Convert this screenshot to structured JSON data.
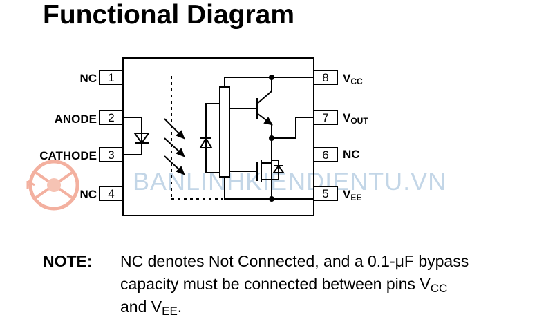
{
  "title": "Functional Diagram",
  "watermark": {
    "text": "BANLINHKIENDIENTU.VN",
    "color": "#b9cfe3",
    "logo_color": "#f2a38f"
  },
  "pins": [
    {
      "number": "1",
      "label": "NC"
    },
    {
      "number": "2",
      "label": "ANODE"
    },
    {
      "number": "3",
      "label": "CATHODE"
    },
    {
      "number": "4",
      "label": "NC"
    },
    {
      "number": "5",
      "label": "V",
      "sub": "EE"
    },
    {
      "number": "6",
      "label": "NC"
    },
    {
      "number": "7",
      "label": "V",
      "sub": "OUT"
    },
    {
      "number": "8",
      "label": "V",
      "sub": "CC"
    }
  ],
  "note": {
    "label": "NOTE:",
    "line1": "NC denotes Not Connected, and a 0.1-μF bypass",
    "line2_a": "capacity must be connected between pins V",
    "line2_sub": "CC",
    "line3_a": "and V",
    "line3_sub": "EE",
    "line3_end": "."
  }
}
